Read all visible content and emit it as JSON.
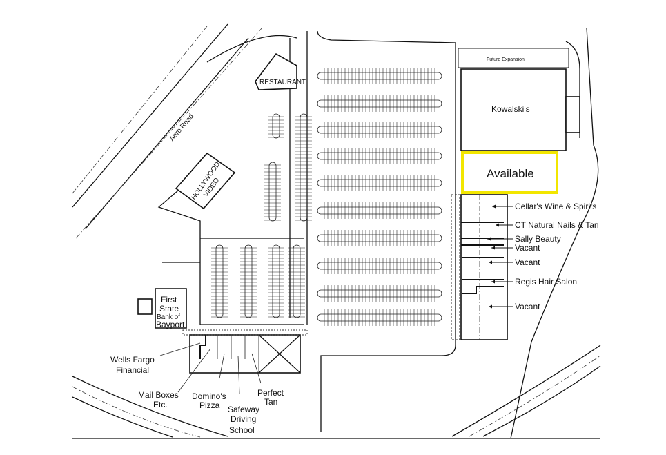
{
  "map": {
    "road_label": "Aero Road",
    "future_expansion_label": "Future Expansion",
    "anchor_store": "Kowalski's",
    "highlight": {
      "label": "Available",
      "color": "#f2e600"
    },
    "outparcels": {
      "restaurant": "RESTAURANT",
      "video_store": [
        "HOLLYWOOD",
        "VIDEO"
      ],
      "bank": [
        "First",
        "State",
        "Bank of",
        "Bayport"
      ]
    },
    "east_strip_tenants": [
      "Cellar's Wine & Spirits",
      "CT Natural Nails & Tan",
      "Sally Beauty",
      "Vacant",
      "Vacant",
      "Regis Hair Salon",
      "Vacant"
    ],
    "south_strip_tenants": [
      [
        "Wells Fargo",
        "Financial"
      ],
      [
        "Mail Boxes",
        "Etc."
      ],
      [
        "Domino's",
        "Pizza"
      ],
      [
        "Safeway",
        "Driving",
        "School"
      ],
      [
        "Perfect",
        "Tan"
      ]
    ]
  }
}
